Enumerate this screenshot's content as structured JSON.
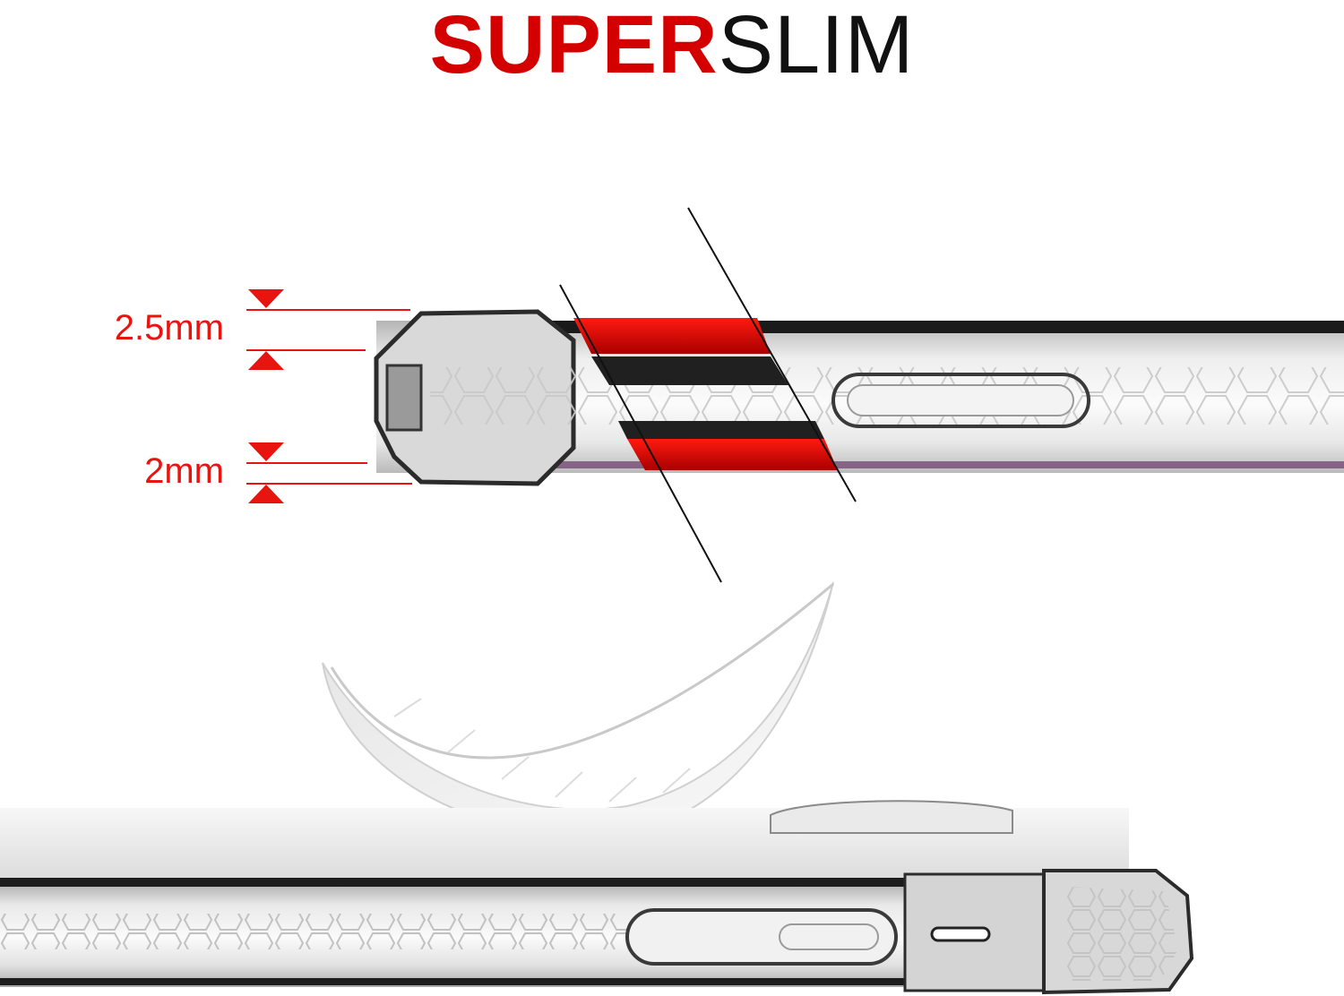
{
  "headline": {
    "bold_part": "SUPER",
    "light_part": "SLIM",
    "bold_color": "#d40000",
    "light_color": "#111111"
  },
  "dimensions": {
    "color": "#e8140f",
    "top_edge": "2.5mm",
    "bottom_edge": "2mm"
  },
  "illustration": {
    "subject-1": "clear-phone-case-side-profile",
    "subject-2": "feather-icon"
  }
}
